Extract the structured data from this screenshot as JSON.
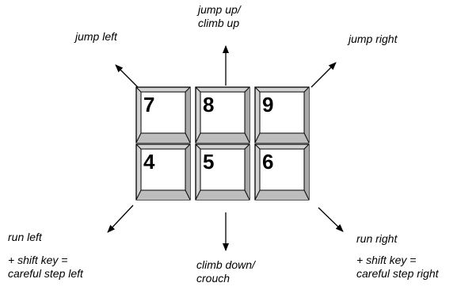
{
  "keys": [
    "7",
    "8",
    "9",
    "4",
    "5",
    "6"
  ],
  "labels": {
    "jump_left": "jump left",
    "jump_up_line1": "jump up/",
    "jump_up_line2": "climb up",
    "jump_right": "jump right",
    "run_left": "run left",
    "shift_left_line1": "+ shift key =",
    "shift_left_line2": "careful step left",
    "climb_down_line1": "climb down/",
    "climb_down_line2": "crouch",
    "run_right": "run right",
    "shift_right_line1": "+ shift key =",
    "shift_right_line2": "careful step right"
  }
}
